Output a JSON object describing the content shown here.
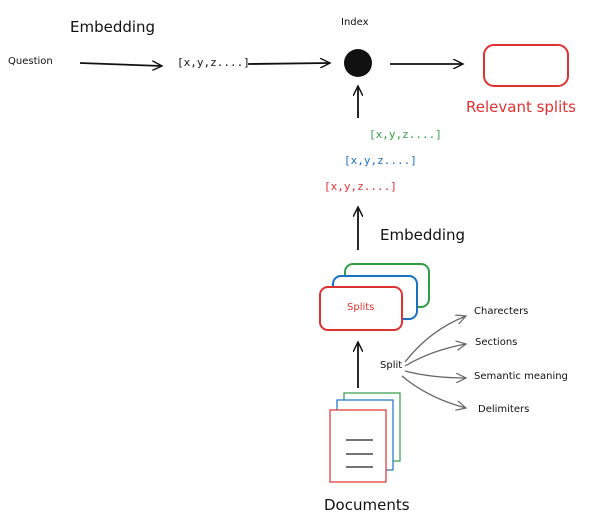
{
  "labels": {
    "embedding_top": "Embedding",
    "question": "Question",
    "vector_top": "[x,y,z....]",
    "index": "Index",
    "relevant_splits": "Relevant splits",
    "vector_green": "[x,y,z....]",
    "vector_blue": "[x,y,z....]",
    "vector_red": "[x,y,z....]",
    "embedding_mid": "Embedding",
    "splits": "Splits",
    "split": "Split",
    "charecters": "Charecters",
    "sections": "Sections",
    "semantic_meaning": "Semantic meaning",
    "delimiters": "Delimiters",
    "documents": "Documents"
  },
  "colors": {
    "red": "#e03131",
    "blue": "#1971c2",
    "green": "#2f9e44",
    "ink": "#111111",
    "gray": "#555555"
  }
}
